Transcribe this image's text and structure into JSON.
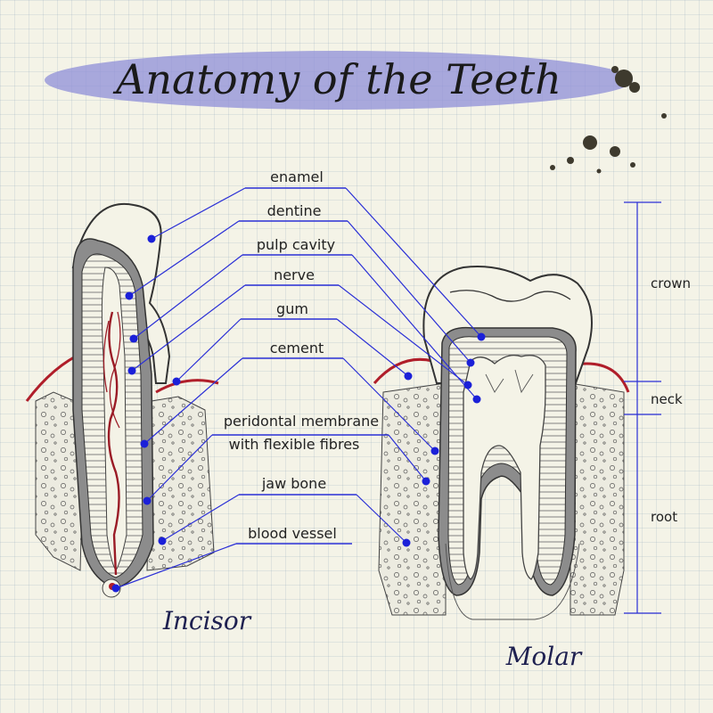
{
  "title": "Anatomy of the Teeth",
  "labels": [
    {
      "text": "enamel"
    },
    {
      "text": "dentine"
    },
    {
      "text": "pulp cavity"
    },
    {
      "text": "nerve"
    },
    {
      "text": "gum"
    },
    {
      "text": "cement"
    },
    {
      "text": "peridontal membrane"
    },
    {
      "text": "with flexible fibres"
    },
    {
      "text": "jaw bone"
    },
    {
      "text": "blood vessel"
    }
  ],
  "side_labels": [
    "crown",
    "neck",
    "root"
  ],
  "captions": {
    "incisor": "Incisor",
    "molar": "Molar"
  },
  "colors": {
    "leader": "#2a2fd6",
    "dot": "#1b20d8",
    "gum": "#b01e2a",
    "highlight": "#8f8fd8"
  }
}
